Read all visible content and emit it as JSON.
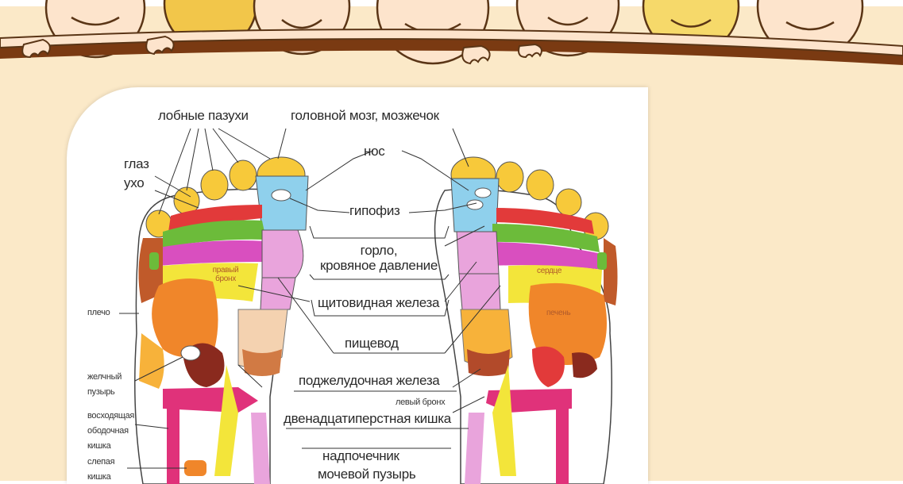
{
  "diagram": {
    "right_labels": {
      "frontal_sinuses": "лобные пазухи",
      "brain": "головной мозг, мозжечок",
      "eye": "глаз",
      "ear": "ухо",
      "nose": "нос",
      "pituitary": "гипофиз",
      "throat": "горло,\nкровяное давление",
      "thyroid": "щитовидная железа",
      "esophagus": "пищевод",
      "pancreas": "поджелудочная железа",
      "duodenum": "двенадцатиперстная кишка",
      "adrenal": "надпочечник",
      "bladder": "мочевой пузырь"
    },
    "left_labels": {
      "shoulder": "плечо",
      "gallbladder": "желчный\nпузырь",
      "ascending_colon": "восходящая\nободочная\nкишка",
      "cecum": "слепая\nкишка"
    },
    "inner_labels": {
      "right_bronchus": "правый\nбронх",
      "left_bronchus": "левый бронх",
      "heart": "сердце",
      "liver": "печень"
    }
  },
  "colors": {
    "background": "#fbe9c8",
    "toes": "#f7c93a",
    "brain_zone": "#8fd0ec",
    "lung_zone": "#f3e53a",
    "liver_zone": "#f0862a",
    "throat_zone": "#e9a4dc",
    "colon_zone": "#e0327a"
  }
}
